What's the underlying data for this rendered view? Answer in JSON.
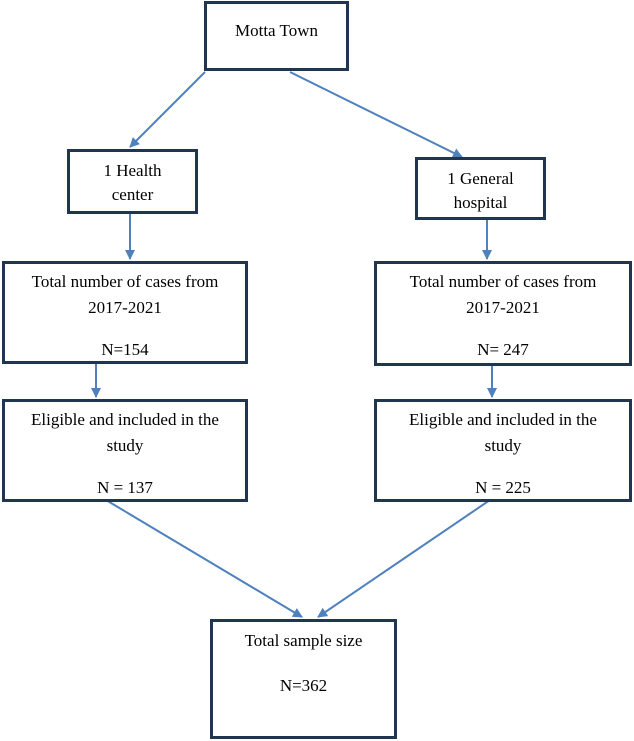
{
  "flow": {
    "root": {
      "label": "Motta Town"
    },
    "left": {
      "facility": {
        "line1": "1 Health",
        "line2": "center"
      },
      "cases": {
        "line1": "Total number of cases from",
        "line2": "2017-2021",
        "count": "N=154"
      },
      "eligible": {
        "line1": "Eligible and included in the",
        "line2": "study",
        "count": "N = 137"
      }
    },
    "right": {
      "facility": {
        "line1": "1 General",
        "line2": "hospital"
      },
      "cases": {
        "line1": "Total number of cases from",
        "line2": "2017-2021",
        "count": "N= 247"
      },
      "eligible": {
        "line1": "Eligible and included in the",
        "line2": "study",
        "count": "N = 225"
      }
    },
    "total": {
      "label": "Total sample size",
      "count": "N=362"
    }
  },
  "colors": {
    "border": "#1f3550",
    "arrow": "#4f81bd"
  }
}
